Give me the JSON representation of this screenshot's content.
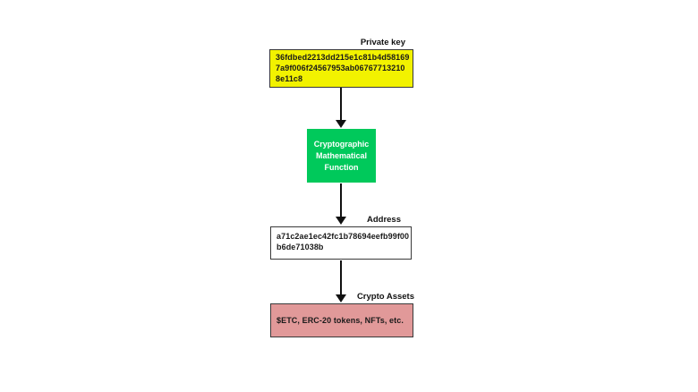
{
  "diagram": {
    "private_key": {
      "label": "Private key",
      "line1": "36fdbed2213dd215e1c81b4d58169",
      "line2": "7a9f006f24567953ab06767713210",
      "line3": "8e11c8"
    },
    "function_box": {
      "line1": "Cryptographic",
      "line2": "Mathematical",
      "line3": "Function"
    },
    "address": {
      "label": "Address",
      "line1": "a71c2ae1ec42fc1b78694eefb99f00",
      "line2": "b6de71038b"
    },
    "assets": {
      "label": "Crypto Assets",
      "text": "$ETC, ERC-20 tokens, NFTs, etc."
    },
    "colors": {
      "private_key_fill": "#F2F200",
      "function_fill": "#00C95B",
      "assets_fill": "#E19999",
      "box_border": "#3A3A3A",
      "arrow": "#111111",
      "background": "#FFFFFF"
    }
  }
}
